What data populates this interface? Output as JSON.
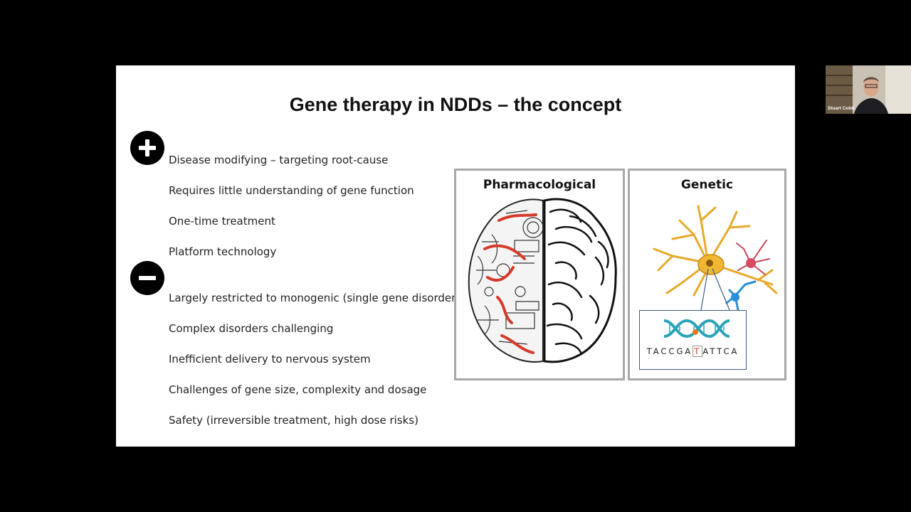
{
  "slide": {
    "title": "Gene therapy in NDDs – the concept",
    "pros": [
      "Disease modifying – targeting root-cause",
      "Requires little understanding of gene function",
      "One-time treatment",
      "Platform technology"
    ],
    "cons": [
      "Largely restricted to monogenic (single gene disorders)",
      "Complex disorders challenging",
      "Inefficient delivery to nervous system",
      "Challenges of gene size, complexity and dosage",
      "Safety (irreversible treatment, high dose risks)"
    ],
    "panels": {
      "pharmacological_label": "Pharmacological",
      "genetic_label": "Genetic",
      "sequence_prefix": "TACCGA",
      "sequence_highlight": "T",
      "sequence_suffix": "ATTCA"
    }
  },
  "webcam": {
    "participant_name": "Stuart Cobb"
  }
}
